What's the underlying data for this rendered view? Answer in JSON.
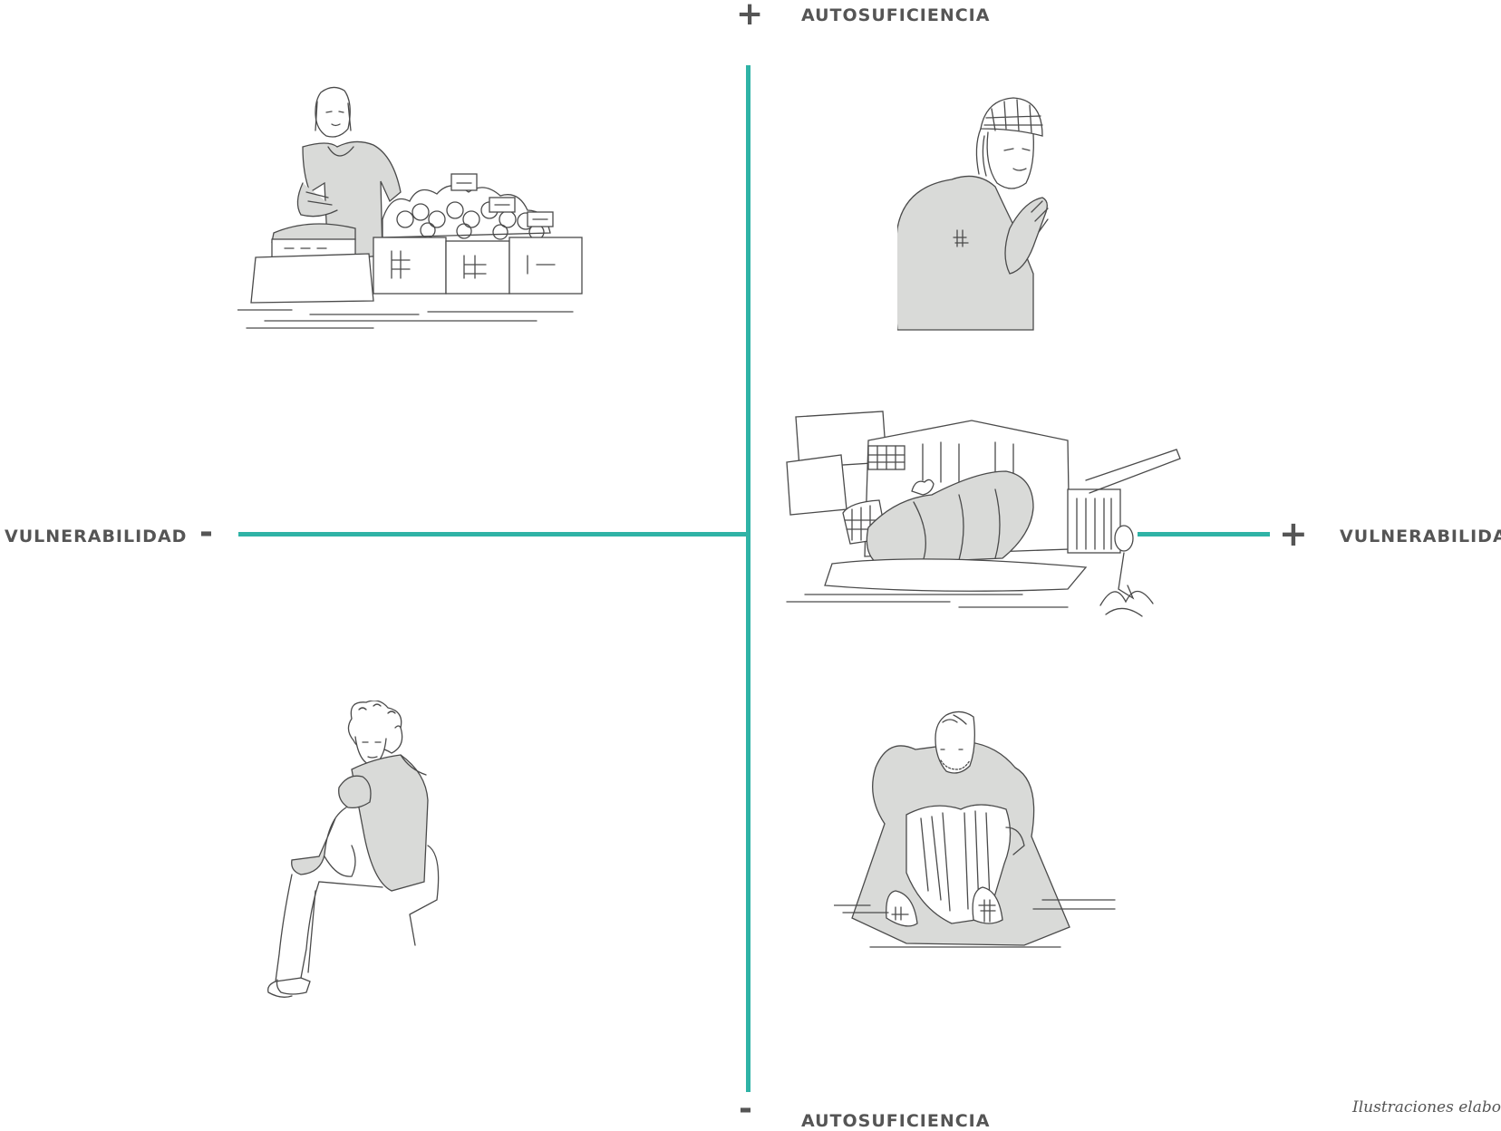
{
  "colors": {
    "axis": "#2fb3a6",
    "label": "#555555",
    "ink": "#4a4a4a",
    "fill": "#d9dad8"
  },
  "top": {
    "sign": "+",
    "label": "AUTOSUFICIENCIA"
  },
  "bottom": {
    "sign": "-",
    "label": "AUTOSUFICIENCIA"
  },
  "left": {
    "sign": "-",
    "label": "VULNERABILIDAD"
  },
  "right": {
    "sign": "+",
    "label": "VULNERABILIDAD"
  },
  "illustrations": [
    {
      "icon": "market-vendor-illustration",
      "quadrant": "top-left"
    },
    {
      "icon": "praying-man-illustration",
      "quadrant": "top-right"
    },
    {
      "icon": "sleeping-street-person-illustration",
      "quadrant": "center-right"
    },
    {
      "icon": "mother-with-child-illustration",
      "quadrant": "bottom-left"
    },
    {
      "icon": "sitting-man-illustration",
      "quadrant": "bottom-right"
    }
  ],
  "credit": "Ilustraciones elaborac"
}
